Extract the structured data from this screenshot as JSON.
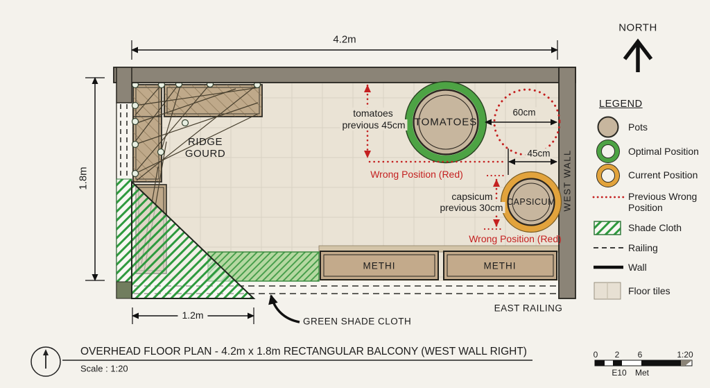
{
  "north": {
    "label": "NORTH"
  },
  "legend": {
    "title": "LEGEND",
    "pots": "Pots",
    "optimal": "Optimal Position",
    "current": "Current Position",
    "previous": "Previous Wrong Position",
    "shade": "Shade Cloth",
    "railing": "Railing",
    "wall": "Wall",
    "floor": "Floor tiles"
  },
  "plan": {
    "width_dim": "4.2m",
    "height_dim": "1.8m",
    "shade_dim": "1.2m",
    "ridge_gourd": "RIDGE GOURD",
    "tomatoes": "TOMATOES",
    "capsicum": "CAPSICUM",
    "methi_left": "METHI",
    "methi_right": "METHI",
    "tomato_prev_l1": "tomatoes",
    "tomato_prev_l2": "previous 45cm",
    "capsicum_prev_l1": "capsicum",
    "capsicum_prev_l2": "previous 30cm",
    "wrong_tomato": "Wrong Position (Red)",
    "wrong_capsicum": "Wrong Position (Red)",
    "gap_60": "60cm",
    "gap_45": "45cm",
    "west_wall": "WEST WALL",
    "east_railing": "EAST RAILING",
    "green_shade_cloth": "GREEN SHADE CLOTH"
  },
  "footer": {
    "title": "OVERHEAD FLOOR PLAN - 4.2m x 1.8m RECTANGULAR BALCONY (WEST WALL RIGHT)",
    "scale": "Scale : 1:20"
  },
  "scalebar": {
    "t0": "0",
    "t1": "2",
    "t2": "6",
    "t3": "1:20",
    "b1": "E10",
    "b2": "Met"
  },
  "colors": {
    "wall_gray": "#8b8477",
    "floor_tile": "#eae3d5",
    "pot_tan": "#c7b69e",
    "planter_tan": "#bfa98a",
    "optimal_green": "#4da344",
    "current_orange": "#e2a33c",
    "wrong_red": "#c42020",
    "shade_green": "#2e9a3e"
  }
}
